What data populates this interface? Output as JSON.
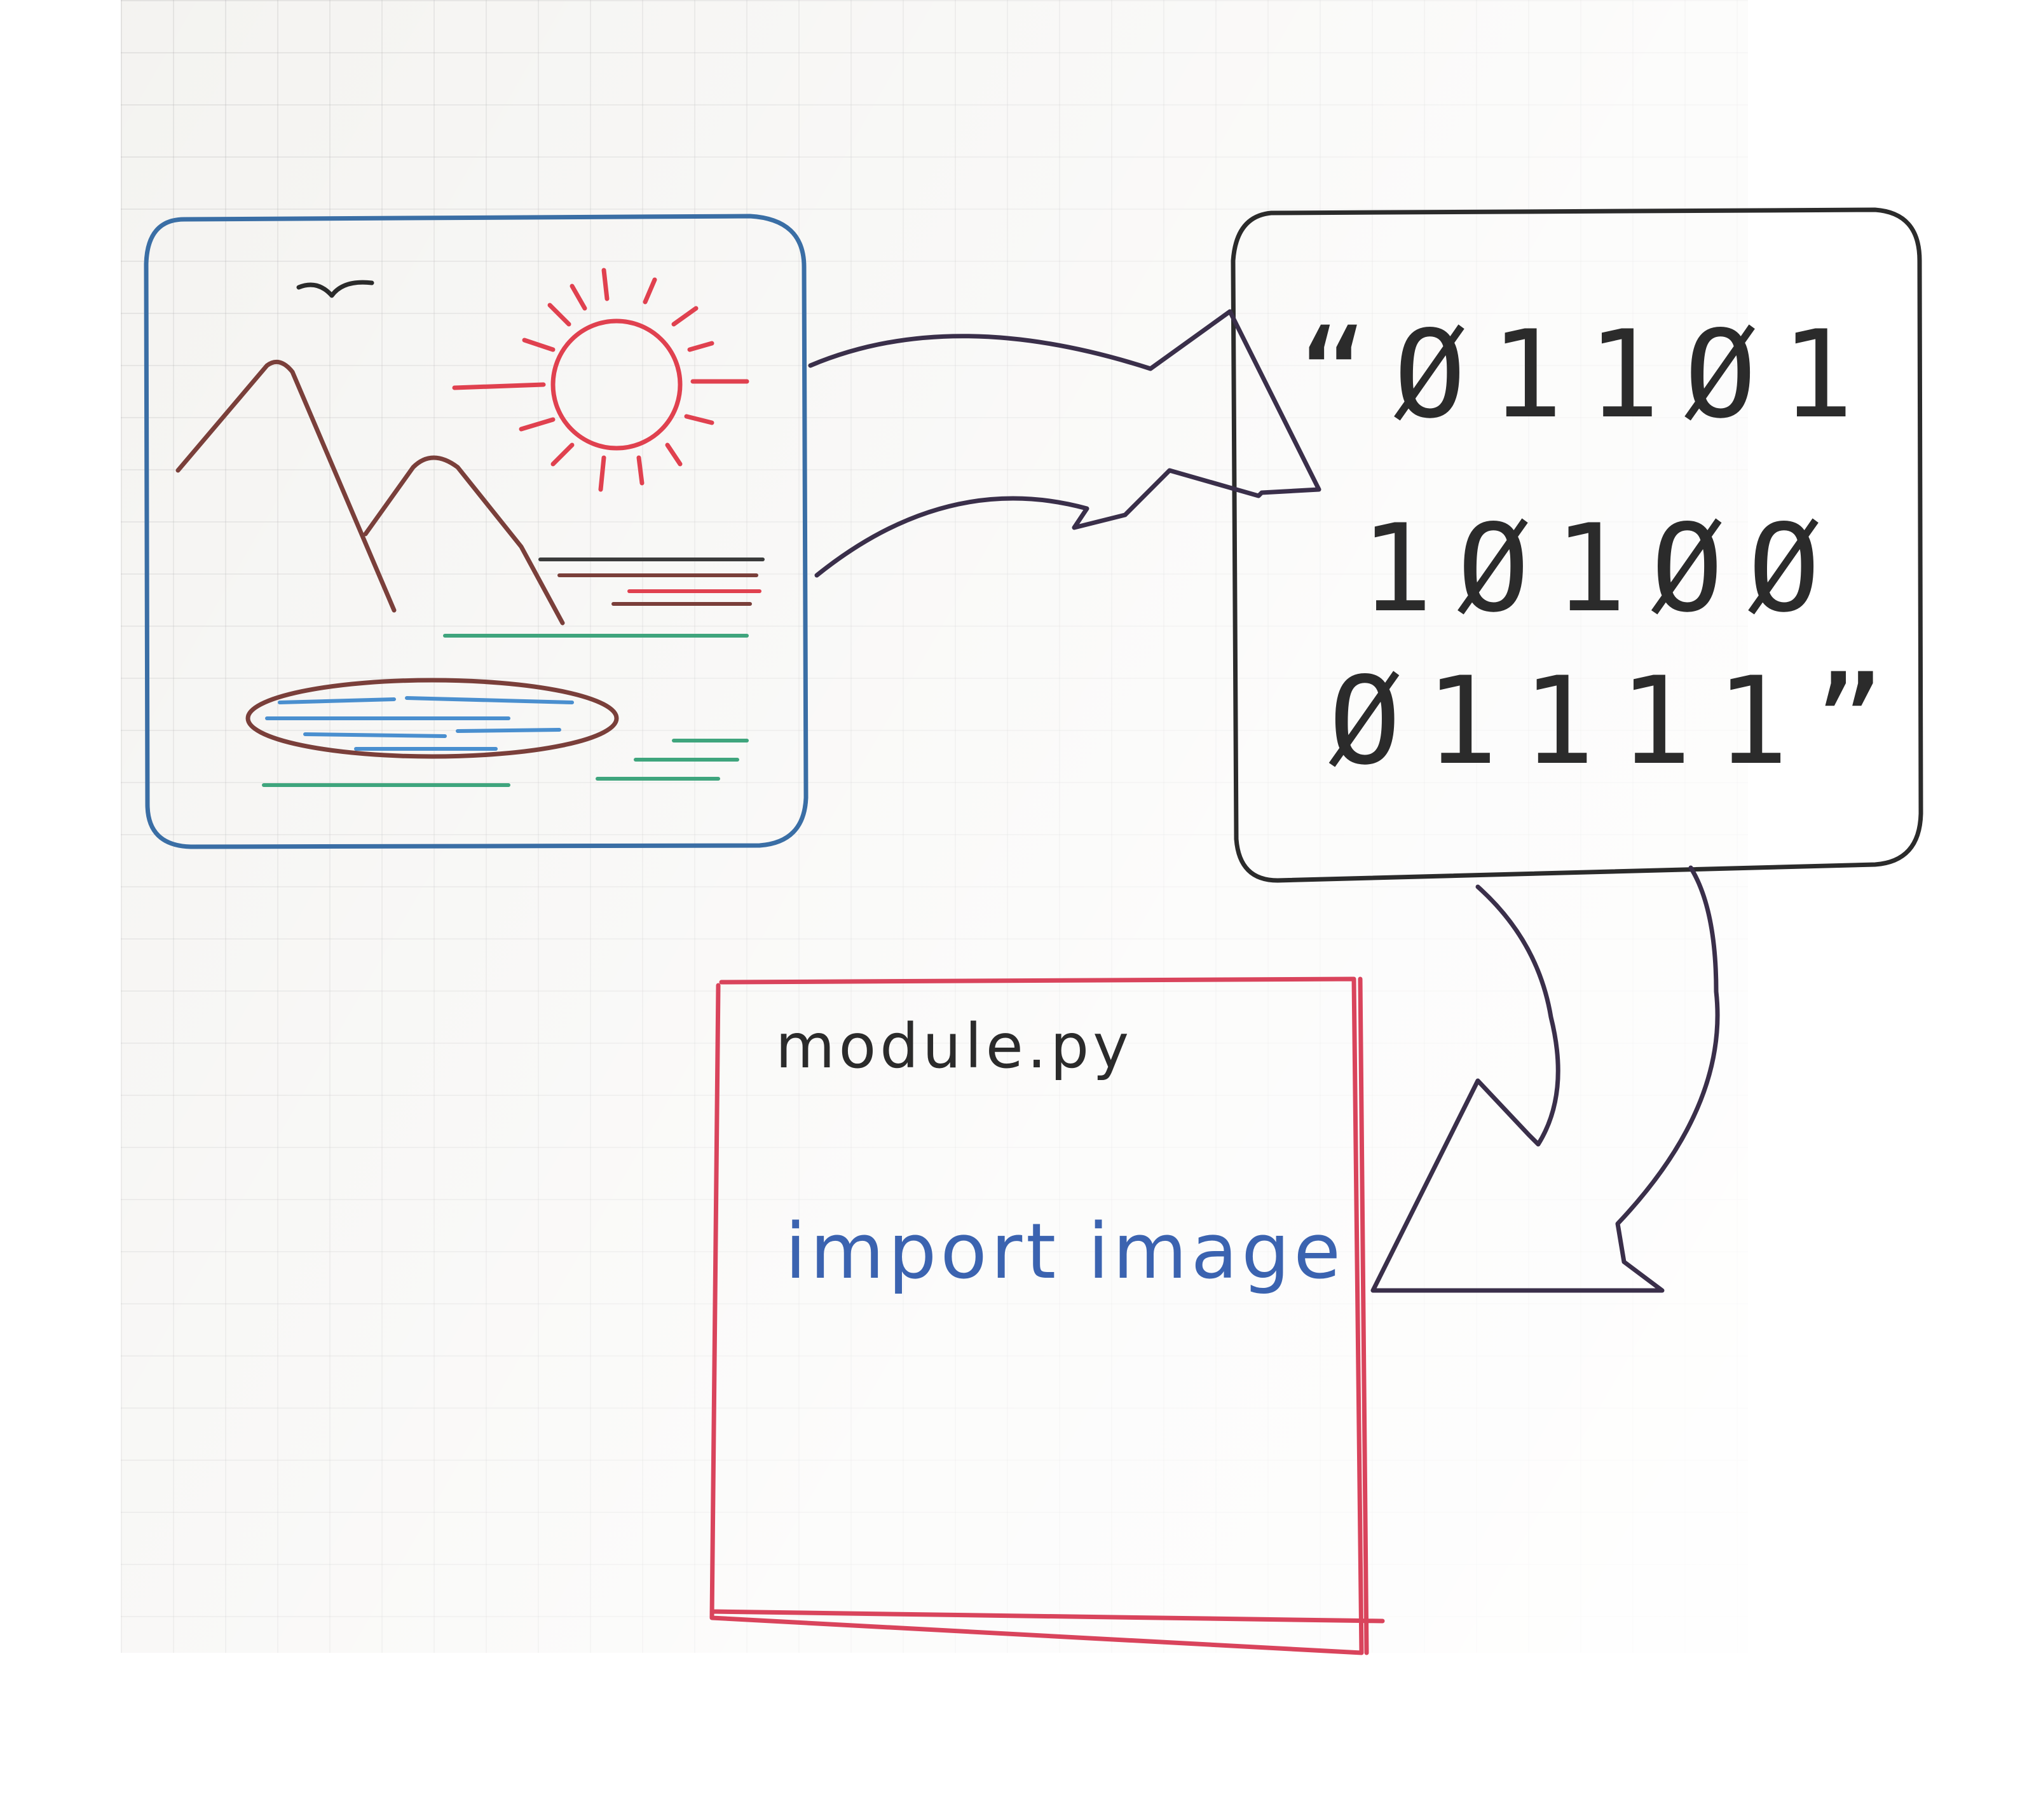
{
  "image_box": {
    "icon": "landscape-icon",
    "border_color": "#3a6ea5"
  },
  "bits_box": {
    "line1": "“Ø11Ø1",
    "line2": "1Ø1ØØ",
    "line3": "Ø1111”",
    "border_color": "#2b2b2b"
  },
  "code_box": {
    "filename": "module.py",
    "code": "import image",
    "border_color": "#d9445c",
    "code_color": "#3b63b0"
  },
  "colors": {
    "arrow": "#3a2f4a",
    "mountain": "#7a3f3a",
    "sun": "#e0414f",
    "water": "#4a8fcf",
    "grass": "#3fa57d"
  }
}
